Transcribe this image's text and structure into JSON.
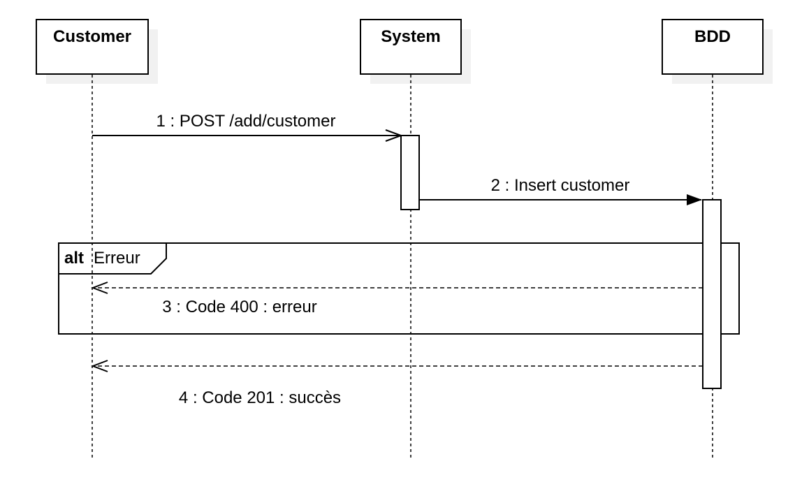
{
  "participants": [
    {
      "id": "customer",
      "name": "Customer"
    },
    {
      "id": "system",
      "name": "System"
    },
    {
      "id": "bdd",
      "name": "BDD"
    }
  ],
  "messages": [
    {
      "from": "customer",
      "to": "system",
      "label": "1 : POST  /add/customer",
      "kind": "async"
    },
    {
      "from": "system",
      "to": "bdd",
      "label": "2 : Insert customer",
      "kind": "sync"
    },
    {
      "from": "bdd",
      "to": "customer",
      "label": "3 : Code 400 : erreur",
      "kind": "return"
    },
    {
      "from": "bdd",
      "to": "customer",
      "label": "4 : Code 201 : succès",
      "kind": "return"
    }
  ],
  "fragment": {
    "operator": "alt",
    "guard": "Erreur"
  }
}
